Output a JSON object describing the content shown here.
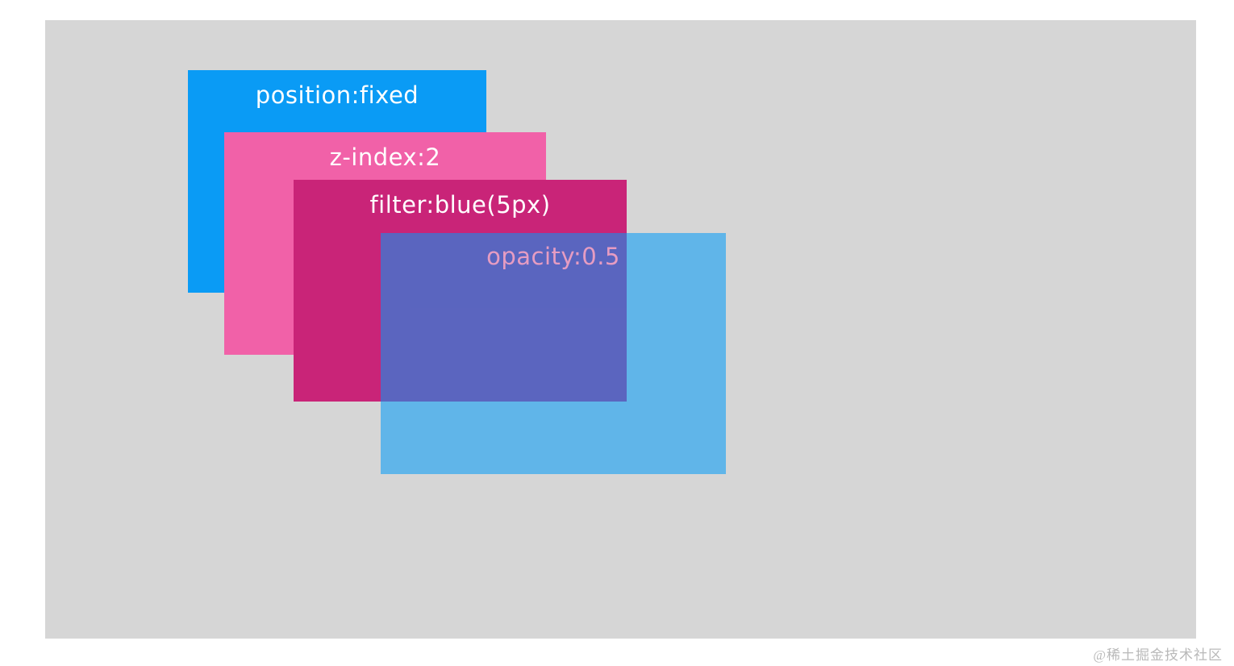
{
  "stage": {
    "background_color": "#d6d6d6"
  },
  "layers": [
    {
      "id": "position-fixed",
      "label": "position:fixed",
      "color": "#0a9bf5",
      "text_color": "#ffffff",
      "opacity": "1"
    },
    {
      "id": "z-index-2",
      "label": "z-index:2",
      "color": "#f161a8",
      "text_color": "#ffffff",
      "opacity": "1"
    },
    {
      "id": "filter-blue-5px",
      "label": "filter:blue(5px)",
      "color": "#c92478",
      "text_color": "#ffffff",
      "opacity": "1"
    },
    {
      "id": "opacity-0-5",
      "label": "opacity:0.5",
      "color": "#009bfa",
      "text_color": "#ffffff",
      "opacity": "0.55"
    }
  ],
  "watermark": {
    "text": "@稀土掘金技术社区",
    "color": "#b9b9b9"
  }
}
